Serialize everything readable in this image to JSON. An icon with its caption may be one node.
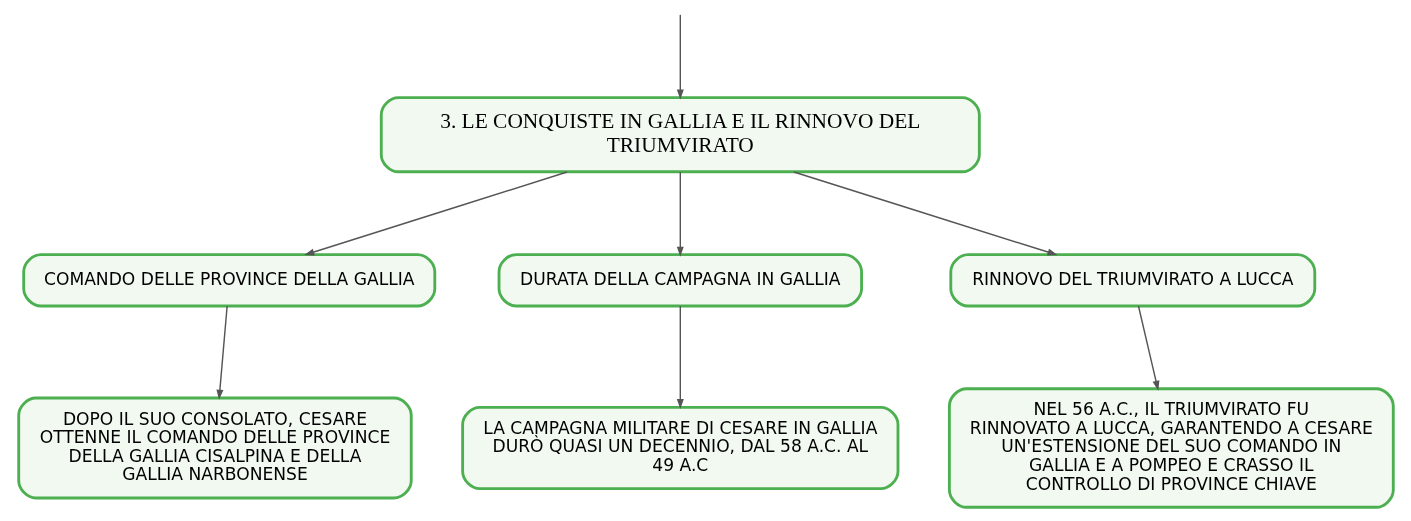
{
  "diagram": {
    "nodes": [
      {
        "text": [
          "3. LE CONQUISTE IN GALLIA E IL RINNOVO DEL TRIUMVIRATO"
        ]
      },
      {
        "text": [
          "COMANDO DELLE PROVINCE DELLA GALLIA"
        ]
      },
      {
        "text": [
          "DURATA DELLA CAMPAGNA IN GALLIA"
        ]
      },
      {
        "text": [
          "RINNOVO DEL TRIUMVIRATO A LUCCA"
        ]
      },
      {
        "text": [
          "DOPO IL SUO CONSOLATO, CESARE OTTENNE IL COMANDO DELLE PROVINCE DELLA GALLIA CISALPINA E DELLA GALLIA NARBONENSE"
        ]
      },
      {
        "text": [
          "LA CAMPAGNA MILITARE DI CESARE IN GALLIA DURÒ QUASI UN DECENNIO, DAL 58 A.C. AL 49 A.C"
        ]
      },
      {
        "text": [
          "NEL 56 A.C., IL TRIUMVIRATO FU RINNOVATO A LUCCA, GARANTENDO A CESARE UN'ESTENSIONE DEL SUO COMANDO IN GALLIA E A POMPEO E CRASSO IL CONTROLLO DI PROVINCE CHIAVE"
        ]
      }
    ],
    "edges": [
      {
        "from": null,
        "to": 0,
        "arrow": "to"
      },
      {
        "from": 0,
        "to": 1,
        "arrow": "to"
      },
      {
        "from": 0,
        "to": 2,
        "arrow": "to"
      },
      {
        "from": 0,
        "to": 3,
        "arrow": "to"
      },
      {
        "from": 1,
        "to": 4,
        "arrow": "to"
      },
      {
        "from": 2,
        "to": 5,
        "arrow": "to"
      },
      {
        "from": 3,
        "to": 6,
        "arrow": "to"
      }
    ]
  }
}
